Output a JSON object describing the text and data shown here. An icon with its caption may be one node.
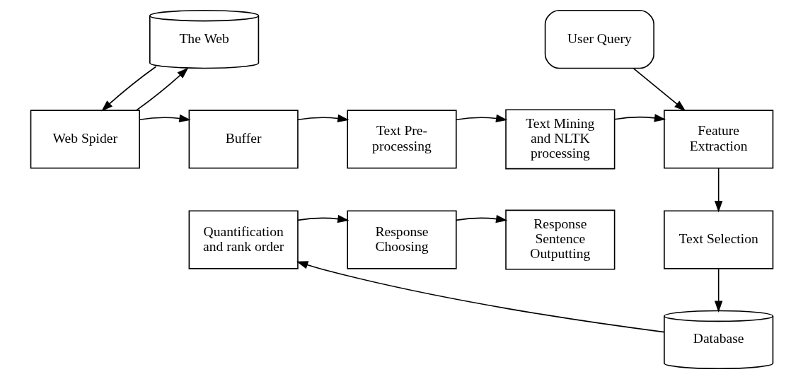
{
  "diagram": {
    "nodes": [
      {
        "text": [
          "The Web"
        ]
      },
      {
        "text": [
          "Web Spider"
        ]
      },
      {
        "text": [
          "Buffer"
        ]
      },
      {
        "text": [
          "Text Pre-processing"
        ]
      },
      {
        "text": [
          "Text Mining and NLTK processing"
        ]
      },
      {
        "text": [
          "User Query"
        ]
      },
      {
        "text": [
          "Feature Extraction"
        ]
      },
      {
        "text": [
          "Text Selection"
        ]
      },
      {
        "text": [
          "Database"
        ]
      },
      {
        "text": [
          "Quantification and rank order"
        ]
      },
      {
        "text": [
          "Response Choosing"
        ]
      },
      {
        "text": [
          "Response Sentence Outputting"
        ]
      }
    ],
    "edges": [
      {
        "from": 1,
        "to": 0,
        "arrow": "to"
      },
      {
        "from": 0,
        "to": 1,
        "arrow": "to"
      },
      {
        "from": 1,
        "to": 2,
        "arrow": "to"
      },
      {
        "from": 2,
        "to": 3,
        "arrow": "to"
      },
      {
        "from": 3,
        "to": 4,
        "arrow": "to"
      },
      {
        "from": 4,
        "to": 6,
        "arrow": "to"
      },
      {
        "from": 5,
        "to": 6,
        "arrow": "to"
      },
      {
        "from": 6,
        "to": 7,
        "arrow": "to"
      },
      {
        "from": 7,
        "to": 8,
        "arrow": "to"
      },
      {
        "from": 8,
        "to": 9,
        "arrow": "to"
      },
      {
        "from": 9,
        "to": 10,
        "arrow": "to"
      },
      {
        "from": 10,
        "to": 11,
        "arrow": "to"
      }
    ]
  }
}
